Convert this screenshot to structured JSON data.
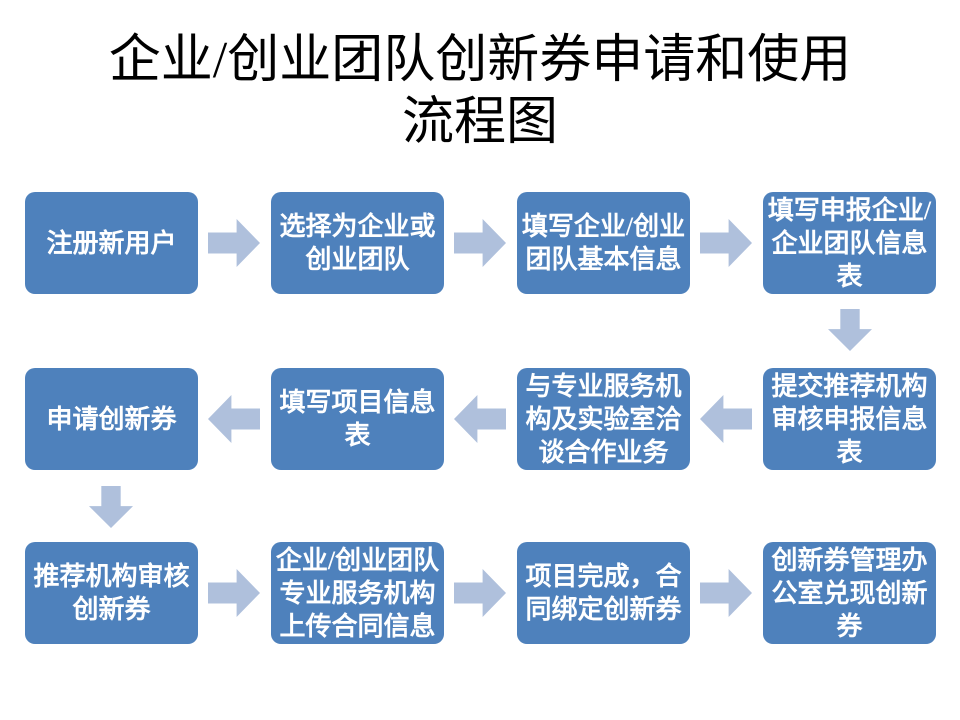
{
  "slide": {
    "title_lines": [
      "企业/创业团队创新券申请和使用",
      "流程图"
    ]
  },
  "colors": {
    "background": "#FFFFFF",
    "box_fill": "#4E81BC",
    "box_text": "#FFFFFF",
    "arrow_fill": "#AFC0DC",
    "title_text": "#000000"
  },
  "flow": {
    "boxes": [
      {
        "id": "register-new-user",
        "row": 1,
        "col": 1,
        "label": [
          "注册新用户"
        ]
      },
      {
        "id": "select-enterprise-or-team",
        "row": 1,
        "col": 2,
        "label": [
          "选择为企业或",
          "创业团队"
        ]
      },
      {
        "id": "fill-basic-info",
        "row": 1,
        "col": 3,
        "label": [
          "填写企业/创业",
          "团队基本信息"
        ]
      },
      {
        "id": "fill-declaration-form",
        "row": 1,
        "col": 4,
        "label": [
          "填写申报企业/",
          "企业团队信息",
          "表"
        ]
      },
      {
        "id": "submit-for-review",
        "row": 2,
        "col": 4,
        "label": [
          "提交推荐机构",
          "审核申报信息",
          "表"
        ]
      },
      {
        "id": "negotiate-cooperation",
        "row": 2,
        "col": 3,
        "label": [
          "与专业服务机",
          "构及实验室洽",
          "谈合作业务"
        ]
      },
      {
        "id": "fill-project-form",
        "row": 2,
        "col": 2,
        "label": [
          "填写项目信息",
          "表"
        ]
      },
      {
        "id": "apply-voucher",
        "row": 2,
        "col": 1,
        "label": [
          "申请创新券"
        ]
      },
      {
        "id": "agency-review-voucher",
        "row": 3,
        "col": 1,
        "label": [
          "推荐机构审核",
          "创新券"
        ]
      },
      {
        "id": "upload-contract-info",
        "row": 3,
        "col": 2,
        "label": [
          "企业/创业团队",
          "专业服务机构",
          "上传合同信息"
        ]
      },
      {
        "id": "project-complete-bind-voucher",
        "row": 3,
        "col": 3,
        "label": [
          "项目完成，合",
          "同绑定创新券"
        ]
      },
      {
        "id": "office-redeem-voucher",
        "row": 3,
        "col": 4,
        "label": [
          "创新券管理办",
          "公室兑现创新",
          "券"
        ]
      }
    ],
    "arrows": [
      {
        "direction": "right",
        "between": [
          "register-new-user",
          "select-enterprise-or-team"
        ]
      },
      {
        "direction": "right",
        "between": [
          "select-enterprise-or-team",
          "fill-basic-info"
        ]
      },
      {
        "direction": "right",
        "between": [
          "fill-basic-info",
          "fill-declaration-form"
        ]
      },
      {
        "direction": "down",
        "between": [
          "fill-declaration-form",
          "submit-for-review"
        ]
      },
      {
        "direction": "left",
        "between": [
          "submit-for-review",
          "negotiate-cooperation"
        ]
      },
      {
        "direction": "left",
        "between": [
          "negotiate-cooperation",
          "fill-project-form"
        ]
      },
      {
        "direction": "left",
        "between": [
          "fill-project-form",
          "apply-voucher"
        ]
      },
      {
        "direction": "down",
        "between": [
          "apply-voucher",
          "agency-review-voucher"
        ]
      },
      {
        "direction": "right",
        "between": [
          "agency-review-voucher",
          "upload-contract-info"
        ]
      },
      {
        "direction": "right",
        "between": [
          "upload-contract-info",
          "project-complete-bind-voucher"
        ]
      },
      {
        "direction": "right",
        "between": [
          "project-complete-bind-voucher",
          "office-redeem-voucher"
        ]
      }
    ]
  }
}
